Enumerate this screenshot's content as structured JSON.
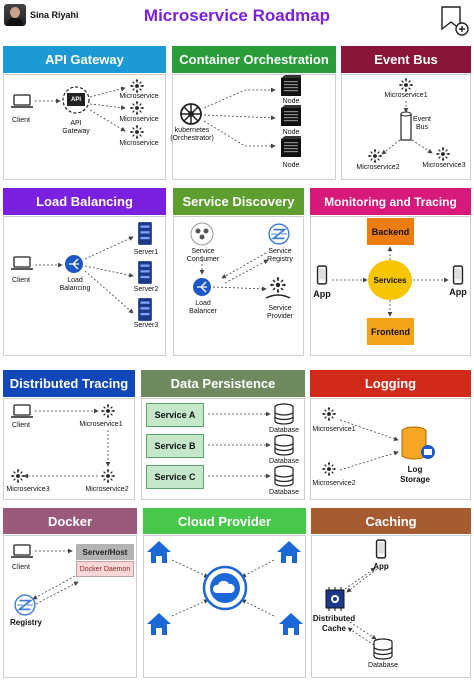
{
  "author": "Sina Riyahi",
  "title": "Microservice Roadmap",
  "colors": {
    "blue": "#1c9ad6",
    "green": "#2a9d3a",
    "maroon": "#8a1538",
    "purple": "#7b1fe0",
    "olive": "#5e9e2f",
    "magenta": "#d6197a",
    "navy": "#1048b9",
    "sage": "#6f8a5f",
    "red": "#d12a1a",
    "mauve": "#9b5a7b",
    "lime": "#47c84a",
    "brown": "#a65b32"
  },
  "api_gateway": {
    "title": "API Gateway",
    "client": "Client",
    "gateway": "API\nGateway",
    "badge": "API",
    "services": [
      "Microservice",
      "Microservice",
      "Microservice"
    ]
  },
  "container": {
    "title": "Container Orchestration",
    "engine": "kubernetes\n(Orchestrator)",
    "nodes": [
      "Node",
      "Node",
      "Node"
    ]
  },
  "event_bus": {
    "title": "Event Bus",
    "top": "Microservice1",
    "bus": "Event\nBus",
    "left": "Microservice2",
    "right": "Microservice3"
  },
  "load_balancing": {
    "title": "Load Balancing",
    "client": "Client",
    "balancer": "Load\nBalancing",
    "servers": [
      "Server1",
      "Server2",
      "Server3"
    ]
  },
  "discovery": {
    "title": "Service Discovery",
    "consumer": "Service\nConsumer",
    "registry": "Service\nRegistry",
    "balancer": "Load\nBalancer",
    "provider": "Service\nProvider"
  },
  "monitoring": {
    "title": "Monitoring and Tracing",
    "backend": "Backend",
    "services": "Services",
    "frontend": "Frontend",
    "app_left": "App",
    "app_right": "App"
  },
  "tracing": {
    "title": "Distributed Tracing",
    "client": "Client",
    "ms1": "Microservice1",
    "ms2": "Microservice2",
    "ms3": "Microservice3"
  },
  "persistence": {
    "title": "Data Persistence",
    "services": [
      "Service A",
      "Service B",
      "Service C"
    ],
    "db": [
      "Database",
      "Database",
      "Database"
    ]
  },
  "logging": {
    "title": "Logging",
    "ms1": "Microservice1",
    "ms2": "Microservice2",
    "storage": "Log\nStorage"
  },
  "docker": {
    "title": "Docker",
    "client": "Client",
    "host": "Server/Host",
    "daemon": "Docker Daemon",
    "registry": "Registry"
  },
  "cloud": {
    "title": "Cloud Provider"
  },
  "caching": {
    "title": "Caching",
    "app": "App",
    "cache": "Distributed\nCache",
    "db": "Database"
  }
}
